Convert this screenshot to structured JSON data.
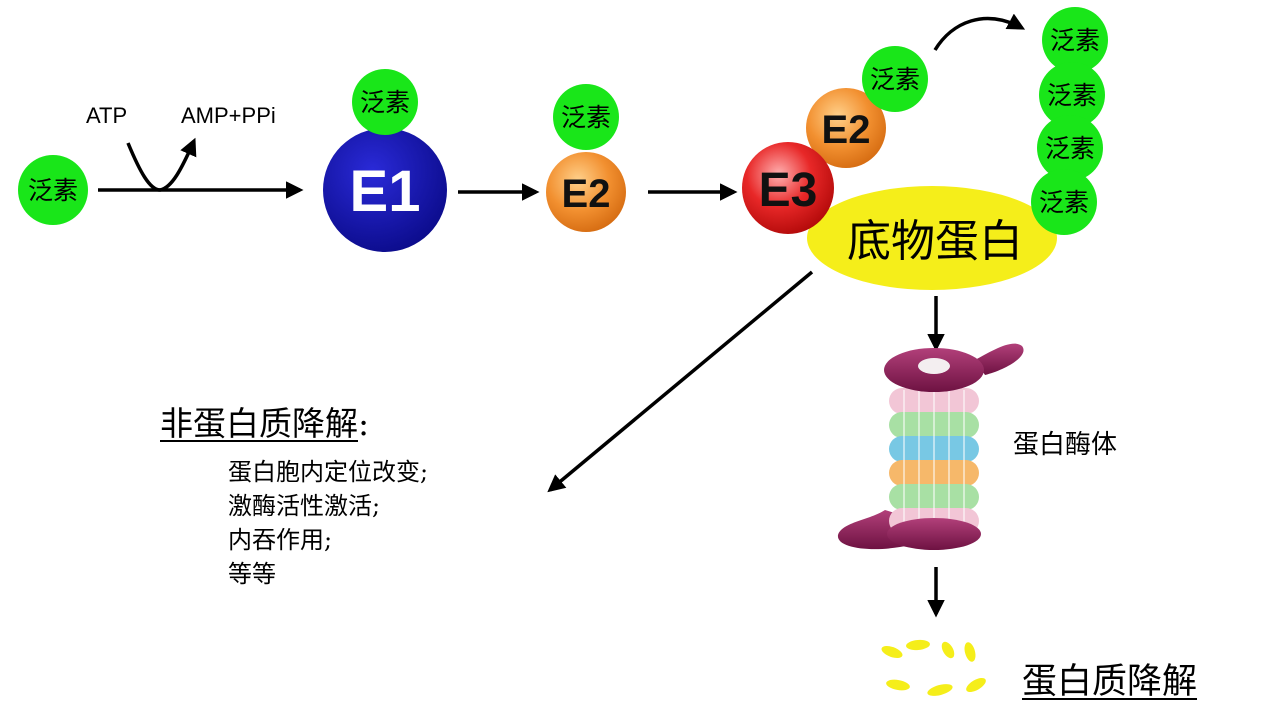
{
  "labels": {
    "ubiquitin": "泛素",
    "atp": "ATP",
    "amp_ppi": "AMP+PPi",
    "e1": "E1",
    "e2": "E2",
    "e3": "E3",
    "substrate": "底物蛋白",
    "proteasome": "蛋白酶体",
    "degradation": "蛋白质降解"
  },
  "non_degradation": {
    "heading": "非蛋白质降解",
    "colon": ":",
    "items": [
      "蛋白胞内定位改变;",
      "激酶活性激活;",
      "内吞作用;",
      "等等"
    ]
  },
  "colors": {
    "ubiquitin": "#19e619",
    "e1": "#1414b4",
    "e2": "#f08a28",
    "e3": "#e02020",
    "substrate": "#f5ee1a",
    "proteasome_cap": "#8c1f56",
    "fragments": "#f5ee1a"
  }
}
